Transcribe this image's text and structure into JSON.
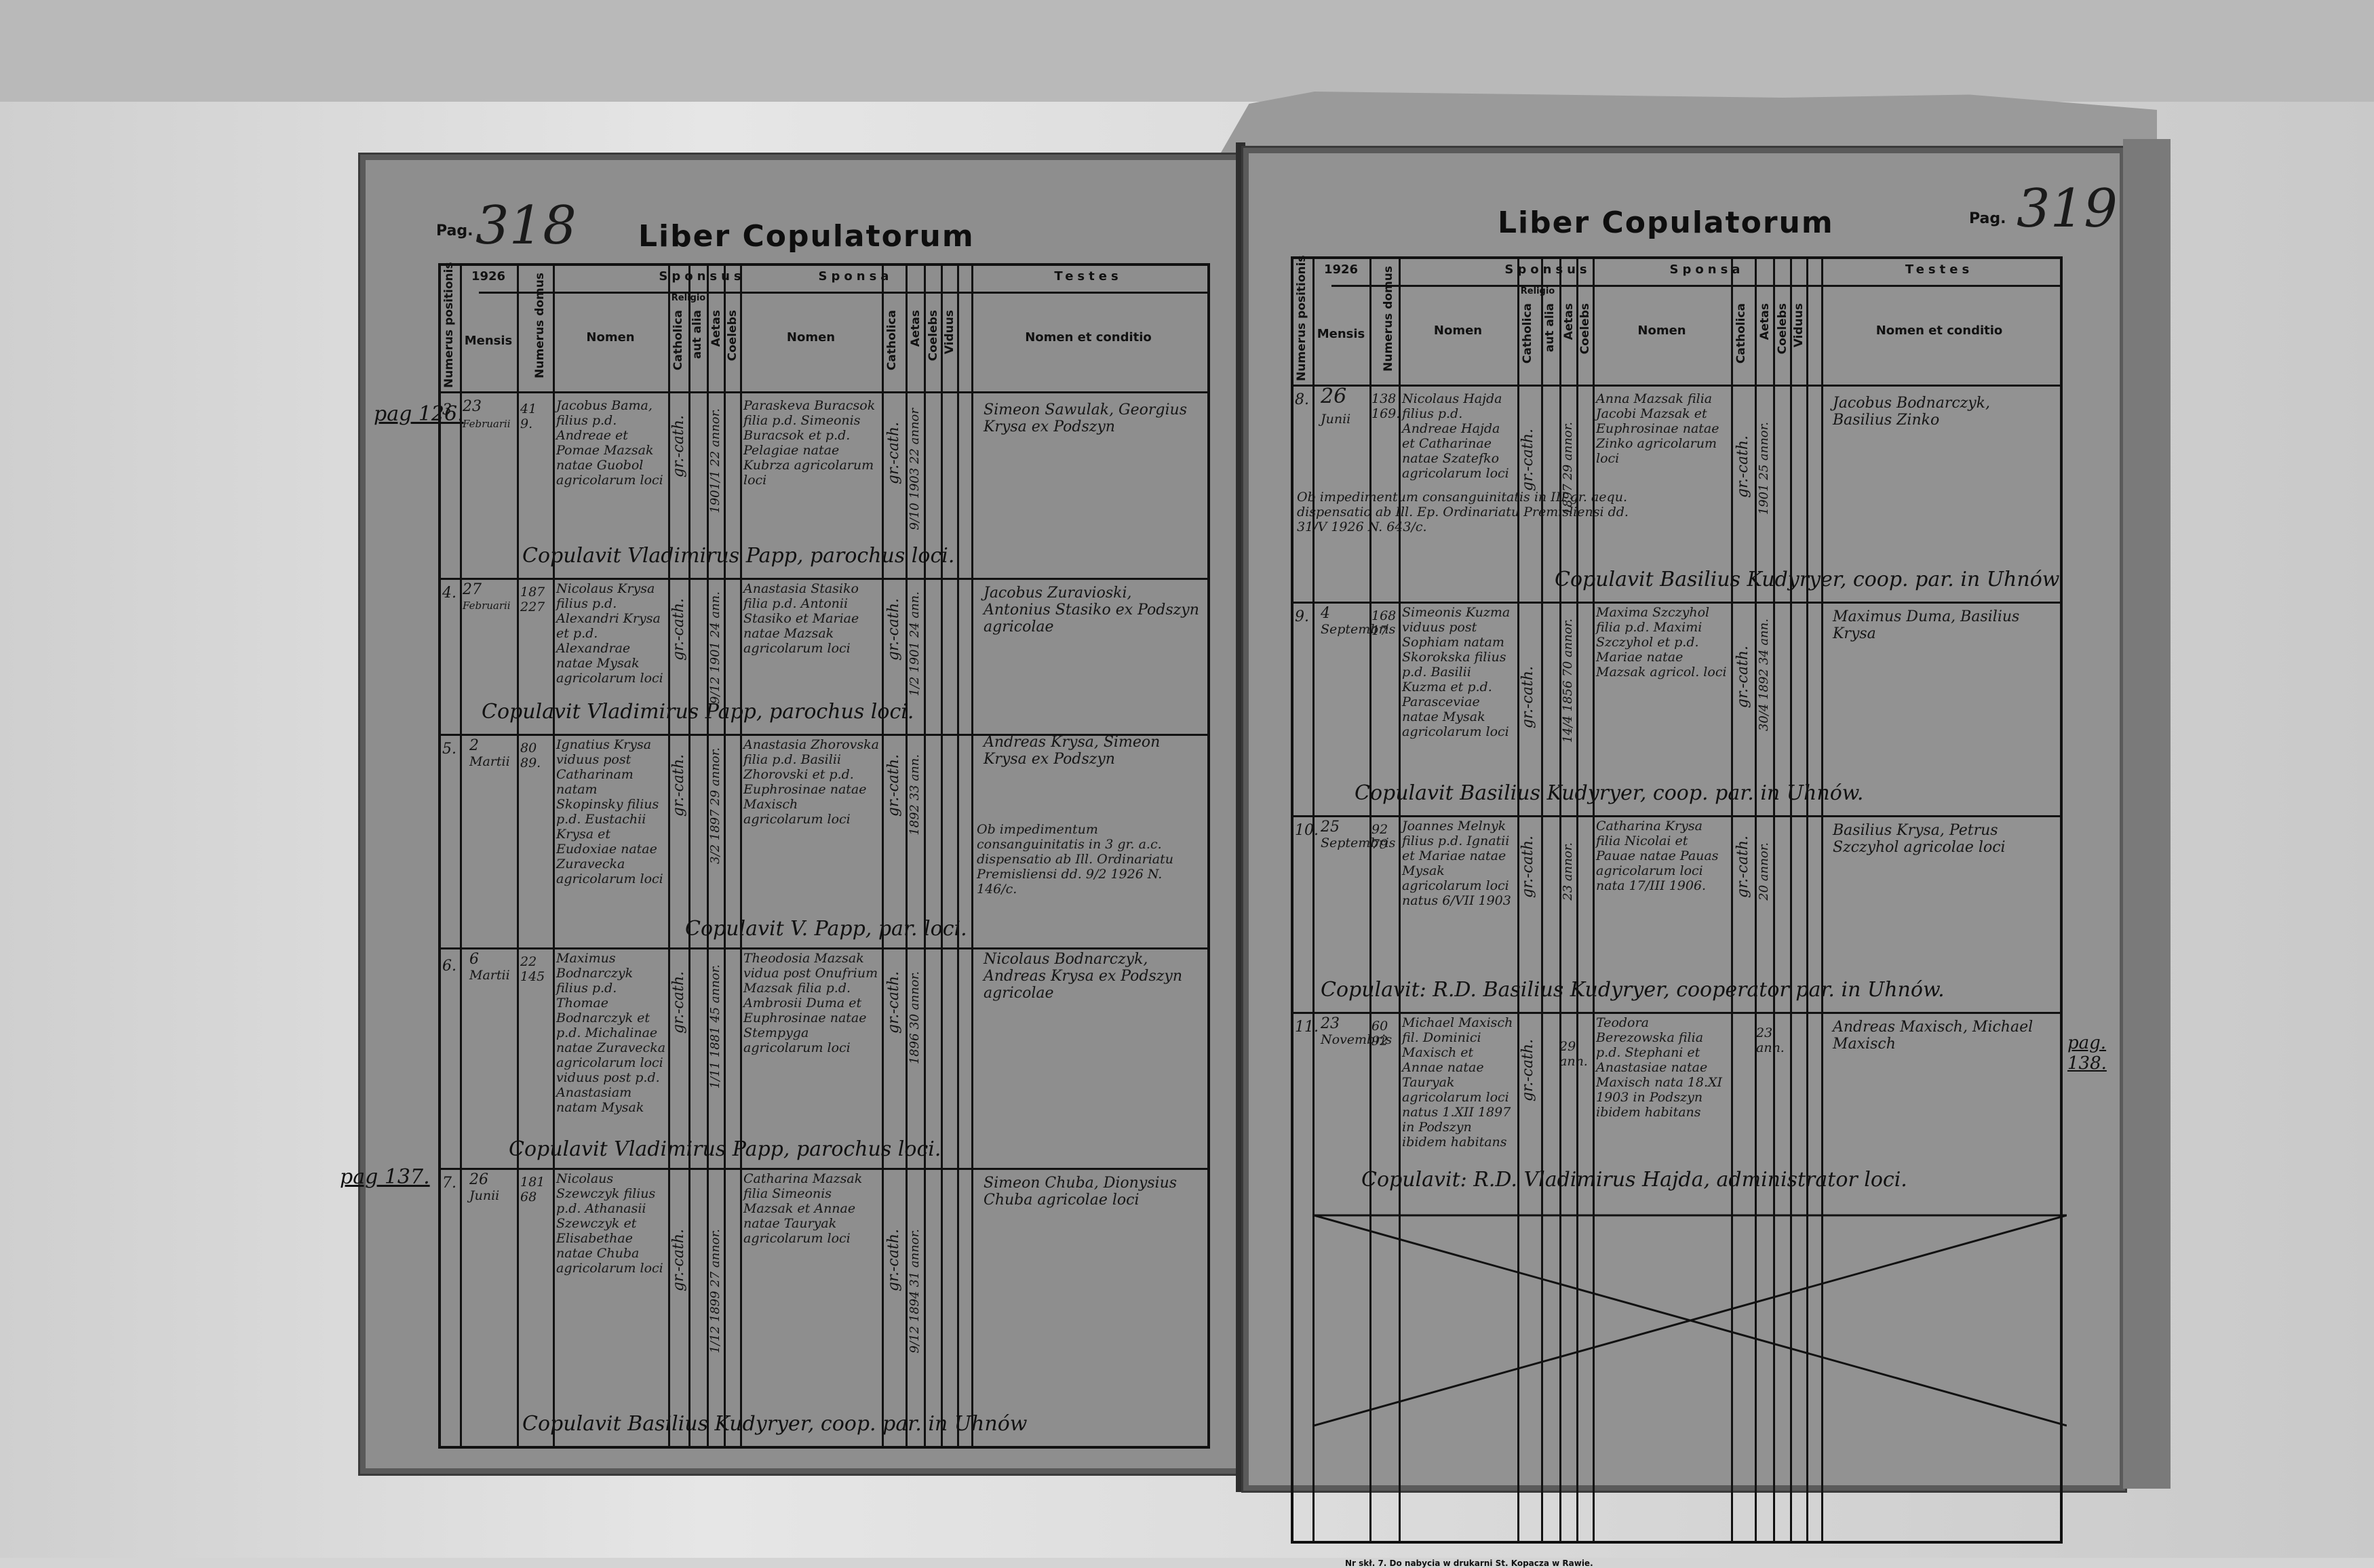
{
  "left": {
    "pag_label": "Pag.",
    "pag_number": "318",
    "title": "Liber Copulatorum",
    "year": "1926",
    "headers": {
      "numerus_positionis": "Numerus positionis",
      "mensis": "Mensis",
      "numerus_domus": "Numerus domus",
      "sponsus": "Sponsus",
      "sponsa": "Sponsa",
      "testes": "Testes",
      "nomen": "Nomen",
      "religio": "Religio",
      "catholica": "Catholica",
      "aut_alia": "aut alia",
      "aetas": "Aetas",
      "coelebs": "Coelebs",
      "viduus": "Viduus",
      "nomen_et_conditio": "Nomen et conditio"
    },
    "margin_notes": [
      "pag 126.",
      "pag 137."
    ],
    "entries": [
      {
        "pos": "3.",
        "day": "23",
        "month": "Februarii",
        "domus": "41 9.",
        "sponsus": "Jacobus Bama, filius p.d. Andreae et Pomae Mazsak natae Guobol agricolarum loci",
        "sponsus_rel": "gr.-cath.",
        "sponsus_age": "1901/1 22 annor.",
        "sponsa": "Paraskeva Buracsok filia p.d. Simeonis Buracsok et p.d. Pelagiae natae Kubrza agricolarum loci",
        "sponsa_rel": "gr.-cath.",
        "sponsa_age": "9/10 1903 22 annor",
        "testes": "Simeon Sawulak, Georgius Krysa ex Podszyn",
        "copulavit": "Copulavit Vladimirus Papp, parochus loci."
      },
      {
        "pos": "4.",
        "day": "27",
        "month": "Februarii",
        "domus": "187 227",
        "sponsus": "Nicolaus Krysa filius p.d. Alexandri Krysa et p.d. Alexandrae natae Mysak agricolarum loci",
        "sponsus_rel": "gr.-cath.",
        "sponsus_age": "9/12 1901 24 ann.",
        "sponsa": "Anastasia Stasiko filia p.d. Antonii Stasiko et Mariae natae Mazsak agricolarum loci",
        "sponsa_rel": "gr.-cath.",
        "sponsa_age": "1/2 1901 24 ann.",
        "testes": "Jacobus Zuravioski, Antonius Stasiko ex Podszyn agricolae",
        "copulavit": "Copulavit Vladimirus Papp, parochus loci."
      },
      {
        "pos": "5.",
        "day": "2",
        "month": "Martii",
        "domus": "80 89.",
        "sponsus": "Ignatius Krysa viduus post Catharinam natam Skopinsky filius p.d. Eustachii Krysa et Eudoxiae natae Zuravecka agricolarum loci",
        "sponsus_rel": "gr.-cath.",
        "sponsus_age": "3/2 1897 29 annor.",
        "sponsa": "Anastasia Zhorovska filia p.d. Basilii Zhorovski et p.d. Euphrosinae natae Maxisch agricolarum loci",
        "sponsa_rel": "gr.-cath.",
        "sponsa_age": "1892 33 ann.",
        "testes": "Andreas Krysa, Simeon Krysa ex Podszyn",
        "note": "Ob impedimentum consanguinitatis in 3 gr. a.c. dispensatio ab Ill. Ordinariatu Premisliensi dd. 9/2 1926 N. 146/c.",
        "copulavit": "Copulavit V. Papp, par. loci."
      },
      {
        "pos": "6.",
        "day": "6",
        "month": "Martii",
        "domus": "22 145",
        "sponsus": "Maximus Bodnarczyk filius p.d. Thomae Bodnarczyk et p.d. Michalinae natae Zuravecka agricolarum loci viduus post p.d. Anastasiam natam Mysak",
        "sponsus_rel": "gr.-cath.",
        "sponsus_age": "1/11 1881 45 annor.",
        "sponsa": "Theodosia Mazsak vidua post Onufrium Mazsak filia p.d. Ambrosii Duma et Euphrosinae natae Stempyga agricolarum loci",
        "sponsa_rel": "gr.-cath.",
        "sponsa_age": "1896 30 annor.",
        "testes": "Nicolaus Bodnarczyk, Andreas Krysa ex Podszyn agricolae",
        "copulavit": "Copulavit Vladimirus Papp, parochus loci."
      },
      {
        "pos": "7.",
        "day": "26",
        "month": "Junii",
        "domus": "181 68",
        "sponsus": "Nicolaus Szewczyk filius p.d. Athanasii Szewczyk et Elisabethae natae Chuba agricolarum loci",
        "sponsus_rel": "gr.-cath.",
        "sponsus_age": "1/12 1899 27 annor.",
        "sponsa": "Catharina Mazsak filia Simeonis Mazsak et Annae natae Tauryak agricolarum loci",
        "sponsa_rel": "gr.-cath.",
        "sponsa_age": "9/12 1894 31 annor.",
        "testes": "Simeon Chuba, Dionysius Chuba agricolae loci",
        "copulavit": "Copulavit Basilius Kudyryer, coop. par. in Uhnów"
      }
    ]
  },
  "right": {
    "pag_label": "Pag.",
    "pag_number": "319",
    "title": "Liber Copulatorum",
    "year": "1926",
    "margin_notes": [
      "pag. 138."
    ],
    "entries": [
      {
        "pos": "8.",
        "day": "26",
        "month": "Junii",
        "domus": "138 169.",
        "sponsus": "Nicolaus Hajda filius p.d. Andreae Hajda et Catharinae natae Szatefko agricolarum loci",
        "sponsus_rel": "gr.-cath.",
        "sponsus_age": "1897 29 annor.",
        "sponsa": "Anna Mazsak filia Jacobi Mazsak et Euphrosinae natae Zinko agricolarum loci",
        "sponsa_rel": "gr.-cath.",
        "sponsa_age": "1901 25 annor.",
        "testes": "Jacobus Bodnarczyk, Basilius Zinko",
        "note": "Ob impedimentum consanguinitatis in III gr. aequ. dispensatio ab Ill. Ep. Ordinariatu Premisliensi dd. 31/V 1926 N. 643/c.",
        "copulavit": "Copulavit Basilius Kudyryer, coop. par. in Uhnów"
      },
      {
        "pos": "9.",
        "day": "4",
        "month": "Septembris",
        "domus": "168 17",
        "sponsus": "Simeonis Kuzma viduus post Sophiam natam Skorokska filius p.d. Basilii Kuzma et p.d. Parasceviae natae Mysak agricolarum loci",
        "sponsus_rel": "gr.-cath.",
        "sponsus_age": "14/4 1856 70 annor.",
        "sponsa": "Maxima Szczyhol filia p.d. Maximi Szczyhol et p.d. Mariae natae Mazsak agricol. loci",
        "sponsa_rel": "gr.-cath.",
        "sponsa_age": "30/4 1892 34 ann.",
        "testes": "Maximus Duma, Basilius Krysa",
        "copulavit": "Copulavit Basilius Kudyryer, coop. par. in Uhnów."
      },
      {
        "pos": "10.",
        "day": "25",
        "month": "Septembris",
        "domus": "92 79",
        "sponsus": "Joannes Melnyk filius p.d. Ignatii et Mariae natae Mysak agricolarum loci natus 6/VII 1903",
        "sponsus_rel": "gr.-cath.",
        "sponsus_age": "23 annor.",
        "sponsa": "Catharina Krysa filia Nicolai et Pauae natae Pauas agricolarum loci nata 17/III 1906.",
        "sponsa_rel": "gr.-cath.",
        "sponsa_age": "20 annor.",
        "testes": "Basilius Krysa, Petrus Szczyhol agricolae loci",
        "copulavit": "Copulavit: R.D. Basilius Kudyryer, cooperator par. in Uhnów."
      },
      {
        "pos": "11.",
        "day": "23",
        "month": "Novembris",
        "domus": "60 92",
        "sponsus": "Michael Maxisch fil. Dominici Maxisch et Annae natae Tauryak agricolarum loci natus 1.XII 1897 in Podszyn ibidem habitans",
        "sponsus_rel": "gr.-cath.",
        "sponsus_age": "29 ann.",
        "sponsa": "Teodora Berezowska filia p.d. Stephani et Anastasiae natae Maxisch nata 18.XI 1903 in Podszyn ibidem habitans",
        "sponsa_rel": "gr.-cath.",
        "sponsa_age": "23 ann.",
        "testes": "Andreas Maxisch, Michael Maxisch",
        "copulavit": "Copulavit: R.D. Vladimirus Hajda, administrator loci."
      }
    ],
    "footer": "Nr skł. 7. Do nabycia w drukarni St. Kopacza w Rawie."
  }
}
